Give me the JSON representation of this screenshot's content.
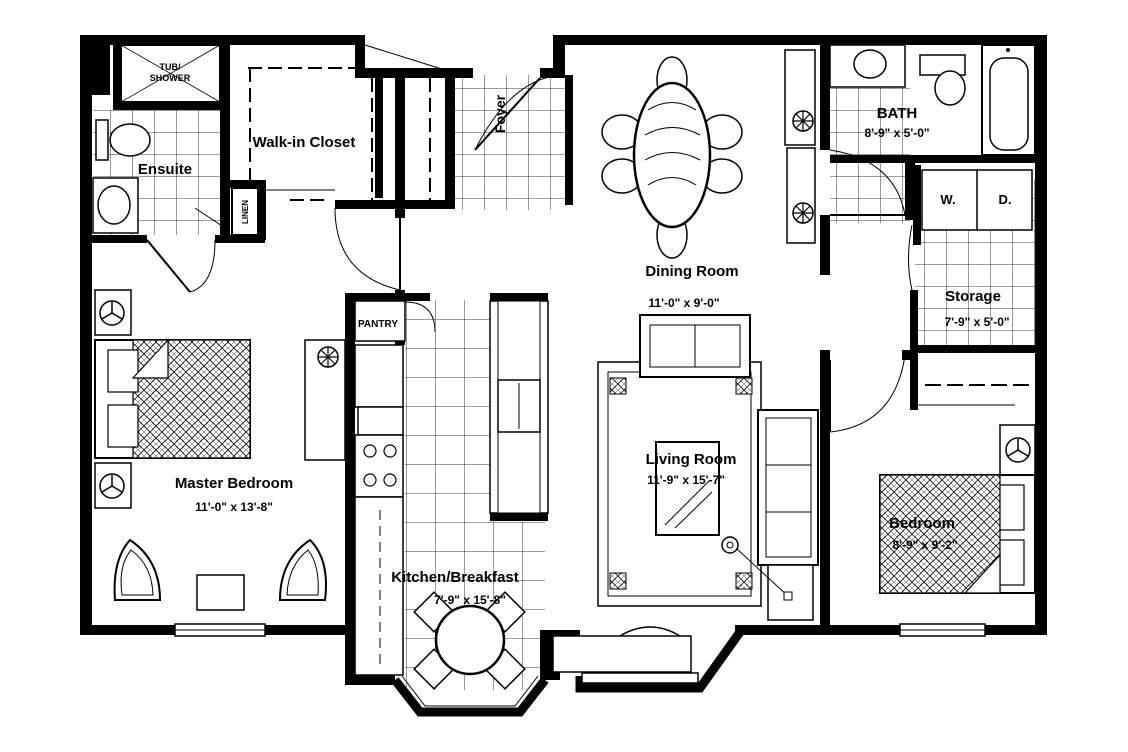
{
  "rooms": {
    "tub_shower": "TUB/\nSHOWER",
    "walk_in_closet": "Walk-in Closet",
    "foyer": "Foyer",
    "ensuite": "Ensuite",
    "linen": "LINEN",
    "bath": "BATH",
    "bath_size": "8'-9\" x 5'-0\"",
    "washer": "W.",
    "dryer": "D.",
    "storage": "Storage",
    "storage_size": "7'-9\" x 5'-0\"",
    "dining_room": "Dining Room",
    "dining_size": "11'-0\" x 9'-0\"",
    "pantry": "PANTRY",
    "master_bedroom": "Master Bedroom",
    "master_size": "11'-0\" x 13'-8\"",
    "living_room": "Living Room",
    "living_size": "11'-9\" x 15'-7\"",
    "bedroom": "Bedroom",
    "bedroom_size": "8'-9\" x 9'-2\"",
    "kitchen": "Kitchen/Breakfast",
    "kitchen_size": "7'-9\" x 15'-8\""
  },
  "icons": [
    "fan-icon",
    "bed-icon",
    "sofa-icon",
    "chair-icon",
    "table-icon",
    "sink-icon",
    "toilet-icon",
    "bathtub-icon",
    "stove-icon",
    "lamp-icon",
    "door-swing-icon",
    "window-icon"
  ]
}
